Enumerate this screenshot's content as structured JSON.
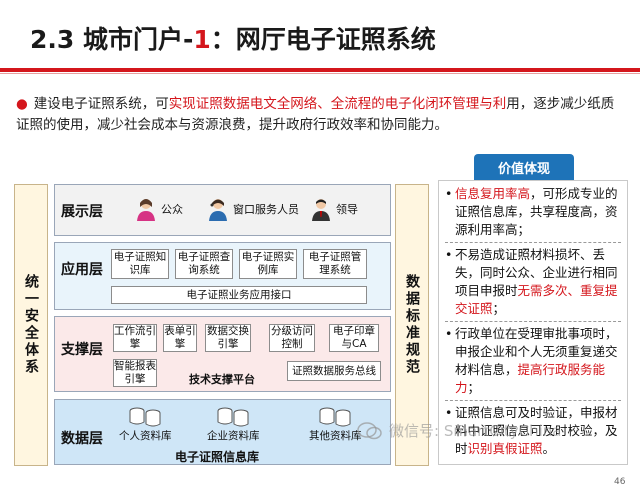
{
  "header": {
    "title_prefix": "2.3 城市门户-",
    "title_num": "1",
    "title_suffix": "：网厅电子证照系统"
  },
  "intro": {
    "part1": "建设电子证照系统，可",
    "highlight": "实现证照数据电文全网络、全流程的电子化闭环管理与利",
    "part2": "用，逐步减少纸质证照的使用，减少社会成本与资源浪费，提升政府行政效率和协同能力。"
  },
  "side": {
    "left": "统一安全体系",
    "right": "数据标准规范"
  },
  "layers": {
    "show": {
      "label": "展示层",
      "users": [
        "公众",
        "窗口服务人员",
        "领导"
      ]
    },
    "app": {
      "label": "应用层",
      "modules": [
        "电子证照知识库",
        "电子证照查询系统",
        "电子证照实例库",
        "电子证照管理系统"
      ],
      "interface": "电子证照业务应用接口"
    },
    "support": {
      "label": "支撑层",
      "engines": [
        "工作流引擎",
        "表单引擎",
        "数据交换引擎",
        "分级访问控制",
        "电子印章与CA",
        "智能报表引擎"
      ],
      "platform": "技术支撑平台",
      "bus": "证照数据服务总线"
    },
    "data": {
      "label": "数据层",
      "dbs": [
        "个人资料库",
        "企业资料库",
        "其他资料库"
      ],
      "center": "电子证照信息库"
    }
  },
  "value": {
    "title": "价值体现",
    "items": [
      {
        "hl": "信息复用率高",
        "rest": "，可形成专业的证照信息库，共享程度高，资源利用率高；",
        "pre": ""
      },
      {
        "pre": "不易造成证照材料损坏、丢失，同时公众、企业进行相同项目申报时",
        "hl": "无需多次、重复提交证照",
        "rest": "；"
      },
      {
        "pre": "行政单位在受理审批事项时，申报企业和个人无须重复递交材料信息，",
        "hl": "提高行政服务能力",
        "rest": "；"
      },
      {
        "pre": "证照信息可及时验证，申报材料中证照信息可及时校验，及时",
        "hl": "识别真假证照",
        "rest": "。"
      }
    ]
  },
  "watermark": "微信号: SmartCityChina",
  "page_number": "46",
  "colors": {
    "accent_red": "#d4161c",
    "accent_blue": "#1e73b8"
  }
}
